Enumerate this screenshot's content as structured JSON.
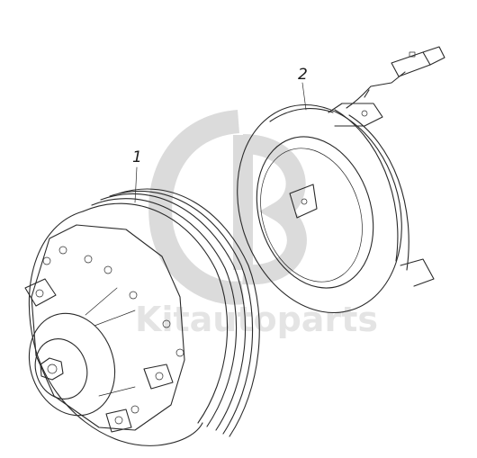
{
  "callouts": [
    {
      "id": "1",
      "label": "1"
    },
    {
      "id": "2",
      "label": "2"
    }
  ],
  "watermark": {
    "text": "Kitautoparts"
  },
  "colors": {
    "line": "#2a2a2a",
    "watermark": "#cfcfcf",
    "background": "#ffffff"
  }
}
